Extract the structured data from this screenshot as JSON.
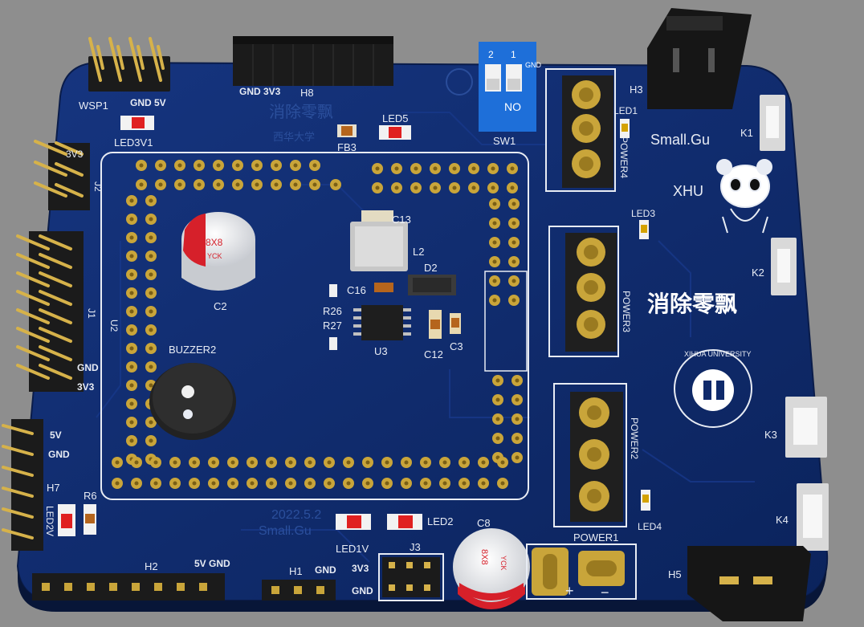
{
  "board": {
    "silk": {
      "wsp1": "WSP1",
      "gnd5v_top": "GND 5V",
      "gnd3v3_h8": "GND 3V3",
      "h8": "H8",
      "brand_cn": "消除零飘",
      "school_cn": "西华大学",
      "led3v1": "LED3V1",
      "fb3": "FB3",
      "led5": "LED5",
      "sw1": "SW1",
      "sw_no": "NO",
      "sw_1": "1",
      "sw_2": "2",
      "sw_gnd": "GND",
      "h3": "H3",
      "led1": "LED1",
      "power4": "POWER4",
      "k1": "K1",
      "small_gu": "Small.Gu",
      "xhu": "XHU",
      "led3": "LED3",
      "c13": "C13",
      "l2": "L2",
      "d2": "D2",
      "c16": "C16",
      "r26": "R26",
      "r27": "R27",
      "u3": "U3",
      "c12": "C12",
      "c3": "C3",
      "c2": "C2",
      "u2": "U2",
      "buzzer": "BUZZER2",
      "power3": "POWER3",
      "k2": "K2",
      "big_cn": "消除零飘",
      "j2": "J2",
      "j2_top": "3V3",
      "j1": "J1",
      "gnd_j1": "GND",
      "v3v3_j1": "3V3",
      "power2": "POWER2",
      "k3": "K3",
      "univ": "XIHUA UNIVERSITY",
      "v5v_h7": "5V",
      "gnd_h7": "GND",
      "h7": "H7",
      "led2v": "LED2V",
      "r6": "R6",
      "date": "2022.5.2",
      "small_gu2": "Small.Gu",
      "led1v": "LED1V",
      "led2": "LED2",
      "c8": "C8",
      "j3": "J3",
      "v3v3_j3": "3V3",
      "gnd_j3": "GND",
      "h2": "H2",
      "gnd5v_h2": "5V GND",
      "h1": "H1",
      "gnd_h1": "GND",
      "power1": "POWER1",
      "plus": "+",
      "minus": "−",
      "led4": "LED4",
      "k4": "K4",
      "h5": "H5"
    },
    "cap_marking": "8X8",
    "cap_brand": "YCK",
    "colors": {
      "board": "#0f2a6b",
      "silk": "#e8ecf4",
      "gold": "#c9a53a",
      "header": "#1b1b1b",
      "background": "#8e8e8e"
    }
  }
}
